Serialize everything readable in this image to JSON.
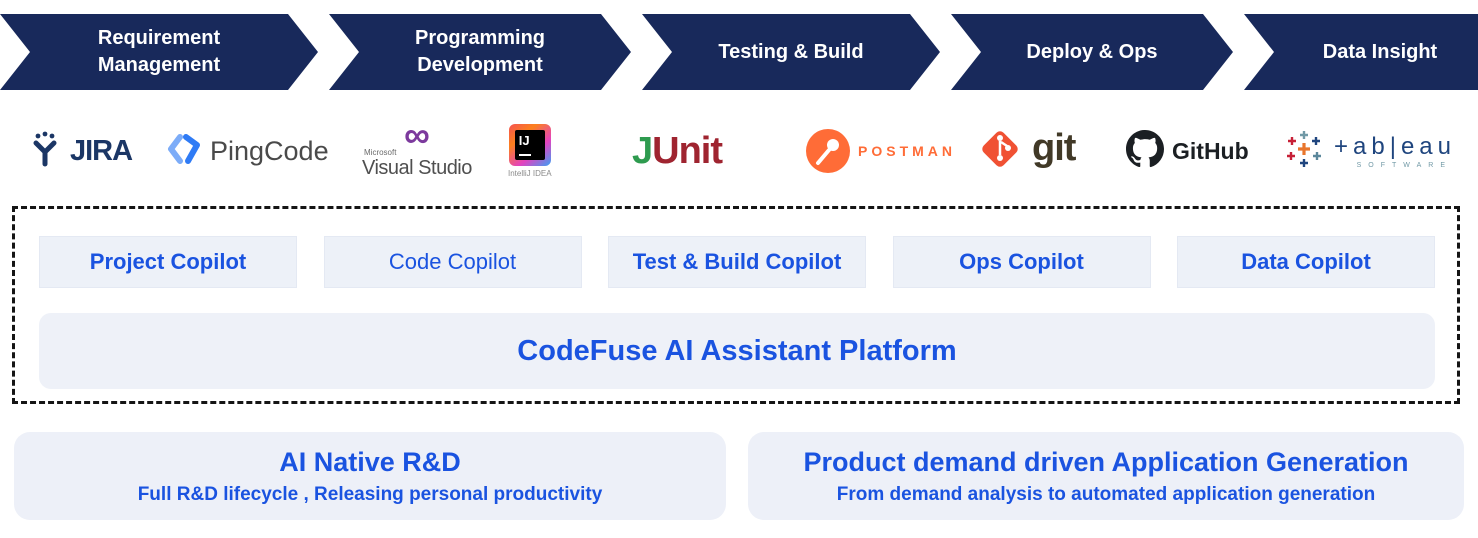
{
  "pipeline": {
    "stages": [
      {
        "label": "Requirement Management"
      },
      {
        "label": "Programming Development"
      },
      {
        "label": "Testing & Build"
      },
      {
        "label": "Deploy & Ops"
      },
      {
        "label": "Data Insight"
      }
    ]
  },
  "tools": {
    "jira": {
      "name": "JIRA"
    },
    "pingcode": {
      "name": "PingCode"
    },
    "visual_studio": {
      "brand": "Microsoft",
      "name": "Visual Studio",
      "infinity_glyph": "∞"
    },
    "intellij": {
      "badge": "IJ",
      "name": "IntelliJ IDEA"
    },
    "junit": {
      "part1": "J",
      "part2": "Unit"
    },
    "postman": {
      "name": "POSTMAN"
    },
    "git": {
      "name": "git"
    },
    "github": {
      "name": "GitHub"
    },
    "tableau": {
      "name": "+ab|eau",
      "sub": "SOFTWARE"
    }
  },
  "copilots": [
    {
      "label": "Project Copilot"
    },
    {
      "label": "Code Copilot"
    },
    {
      "label": "Test & Build Copilot"
    },
    {
      "label": "Ops Copilot"
    },
    {
      "label": "Data Copilot"
    }
  ],
  "platform": {
    "label": "CodeFuse AI Assistant Platform"
  },
  "benefits": [
    {
      "title": "AI Native R&D",
      "subtitle": "Full R&D lifecycle , Releasing personal productivity"
    },
    {
      "title": "Product demand driven Application Generation",
      "subtitle": "From demand analysis to automated application generation"
    }
  ],
  "colors": {
    "stage_navy": "#18295B",
    "accent_blue": "#1A53E0",
    "chip_bg": "#EDF1F8",
    "panel_bg": "#EDF0F8",
    "dash_border": "#151515"
  }
}
